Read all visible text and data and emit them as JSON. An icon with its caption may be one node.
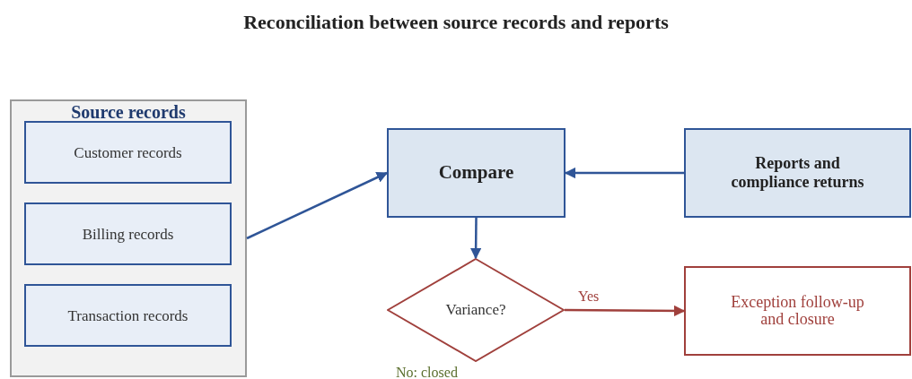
{
  "diagram": {
    "title": "Reconciliation between source records and reports",
    "nodes": [
      {
        "text": [
          "Source records"
        ]
      },
      {
        "text": [
          "Customer records"
        ],
        "in": 0
      },
      {
        "text": [
          "Billing records"
        ],
        "in": 0
      },
      {
        "text": [
          "Transaction records"
        ],
        "in": 0
      },
      {
        "text": [
          "Compare"
        ]
      },
      {
        "text": [
          "Reports and compliance returns"
        ]
      },
      {
        "text": [
          "Variance?"
        ],
        "beside": [
          "No: closed"
        ]
      },
      {
        "text": [
          "Exception follow-up and closure"
        ]
      }
    ],
    "edges": [
      {
        "from": 0,
        "to": 4,
        "arrow": "to"
      },
      {
        "from": 5,
        "to": 4,
        "arrow": "to"
      },
      {
        "from": 4,
        "to": 6,
        "arrow": "to"
      },
      {
        "from": 6,
        "to": 7,
        "arrow": "to",
        "label": "Yes",
        "color": "#a0403c"
      }
    ],
    "labels": []
  }
}
